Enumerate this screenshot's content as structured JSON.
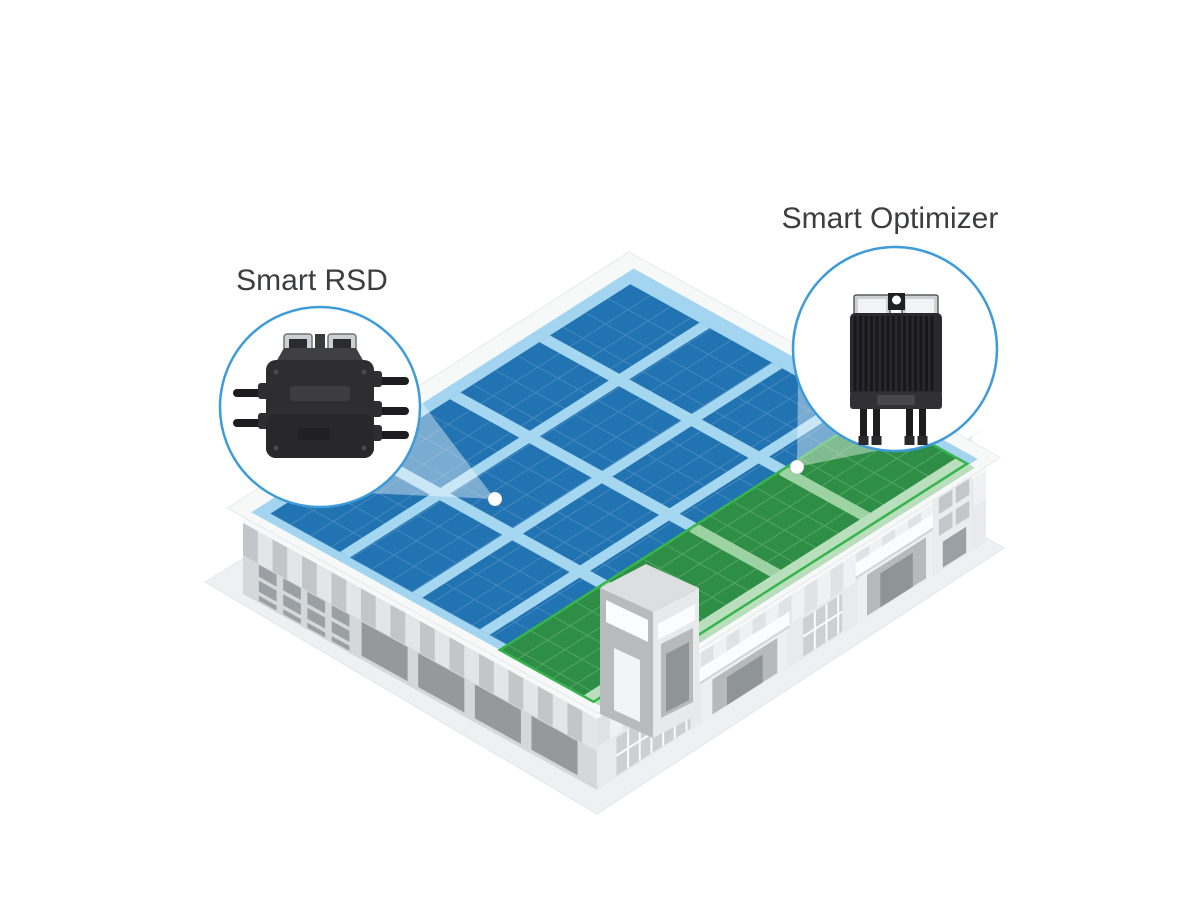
{
  "illustration": {
    "description": "Isometric commercial building with rooftop solar panel array and two product callouts",
    "background_color": "#ffffff"
  },
  "callouts": [
    {
      "id": "smart-rsd",
      "label": "Smart RSD",
      "device": "rapid shutdown device",
      "side": "left"
    },
    {
      "id": "smart-optimizer",
      "label": "Smart Optimizer",
      "device": "power optimizer",
      "side": "right"
    }
  ],
  "roof_markers": [
    {
      "for": "smart-rsd",
      "area": "blue panel array"
    },
    {
      "for": "smart-optimizer",
      "area": "green highlighted strip"
    }
  ],
  "colors": {
    "accent_blue": "#3d9bd9",
    "panel_blue": "#2273b2",
    "panel_grid_blue": "#4d8ec2",
    "walkway_blue": "#a6d7f0",
    "frame_blue": "#a3d5f0",
    "fascia_white": "#f7f8f8",
    "green_panel": "#2e8e46",
    "green_walkway": "#9dd2a2",
    "green_grid": "#57a868",
    "green_edge": "#36b44d",
    "green_fascia": "#b9dfbc",
    "wall_left": "#d5d8da",
    "wall_left_panel": "#95999c",
    "wall_stripe_dark": "#c2c6c8",
    "wall_stripe_light": "#e3e5e6",
    "wall_right": "#e8eaeb",
    "wall_right_stripe": "#f0f1f2",
    "wall_right_stripe_dark": "#e0e2e3",
    "window_gray": "#9aa0a3",
    "portico_recess": "#b6babb",
    "portico_door": "#8f9497",
    "canopy_white": "#fbfcfd",
    "platform": "#eef0f1",
    "marker_white": "#ffffff",
    "beam_white": "#ffffff",
    "label_text": "#3c3d3e",
    "device_body": "#2e2e30",
    "device_dark": "#1d1d1f",
    "device_metal": "#ced1d3"
  }
}
